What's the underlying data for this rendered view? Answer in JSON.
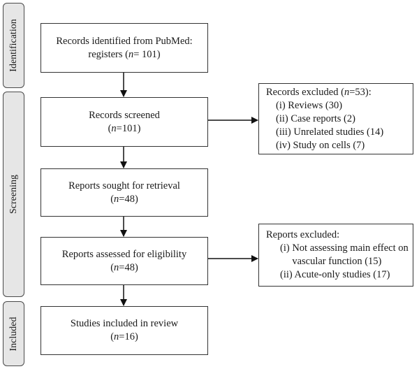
{
  "phases": {
    "identification": "Identification",
    "screening": "Screening",
    "included": "Included"
  },
  "boxes": {
    "identified": {
      "line1": "Records identified from PubMed:",
      "pre": "registers (",
      "n": "n",
      "post": "= 101)"
    },
    "screened": {
      "line1": "Records screened",
      "pre": "(",
      "n": "n",
      "post": "=101)"
    },
    "retrieval": {
      "line1": "Reports sought for retrieval",
      "pre": "(",
      "n": "n",
      "post": "=48)"
    },
    "eligibility": {
      "line1": "Reports assessed for eligibility",
      "pre": "(",
      "n": "n",
      "post": "=48)"
    },
    "included": {
      "line1": "Studies included in review",
      "pre": "(",
      "n": "n",
      "post": "=16)"
    }
  },
  "excluded_records": {
    "pre": "Records excluded (",
    "n": "n",
    "post": "=53):",
    "items": [
      "(i) Reviews (30)",
      "(ii) Case reports (2)",
      "(iii) Unrelated studies (14)",
      "(iv) Study on cells (7)"
    ]
  },
  "excluded_reports": {
    "title": "Reports excluded:",
    "item1_num": "(i) ",
    "item1_line1": "Not assessing main effect on",
    "item1_line2": "vascular function (15)",
    "item2": "(ii) Acute-only studies (17)"
  }
}
